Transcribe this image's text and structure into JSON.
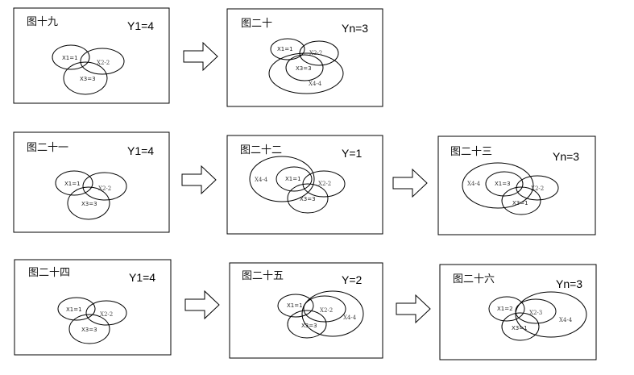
{
  "panels": [
    {
      "title": "图十九",
      "value": "Y1=4",
      "labels": {
        "x1": "X1=1",
        "x2": "X2-2",
        "x3": "X3=3"
      }
    },
    {
      "title": "图二十",
      "value": "Yn=3",
      "labels": {
        "x1": "X1=1",
        "x2": "X2-2",
        "x3": "X3=3",
        "x4": "X4-4"
      }
    },
    {
      "title": "图二十一",
      "value": "Y1=4",
      "labels": {
        "x1": "X1=1",
        "x2": "X2-2",
        "x3": "X3=3"
      }
    },
    {
      "title": "图二十二",
      "value": "Y=1",
      "labels": {
        "x1": "X1=1",
        "x2": "X2-2",
        "x3": "X3=3",
        "x4": "X4-4"
      }
    },
    {
      "title": "图二十三",
      "value": "Yn=3",
      "labels": {
        "x1": "X1=3",
        "x2": "X2-2",
        "x3": "X3=1",
        "x4": "X4-4"
      }
    },
    {
      "title": "图二十四",
      "value": "Y1=4",
      "labels": {
        "x1": "X1=1",
        "x2": "X2-2",
        "x3": "X3=3"
      }
    },
    {
      "title": "图二十五",
      "value": "Y=2",
      "labels": {
        "x1": "X1=1",
        "x2": "X2-2",
        "x3": "X3=3",
        "x4": "X4-4"
      }
    },
    {
      "title": "图二十六",
      "value": "Yn=3",
      "labels": {
        "x1": "X1=2",
        "x2": "X2-3",
        "x3": "X3=1",
        "x4": "X4-4"
      }
    }
  ]
}
